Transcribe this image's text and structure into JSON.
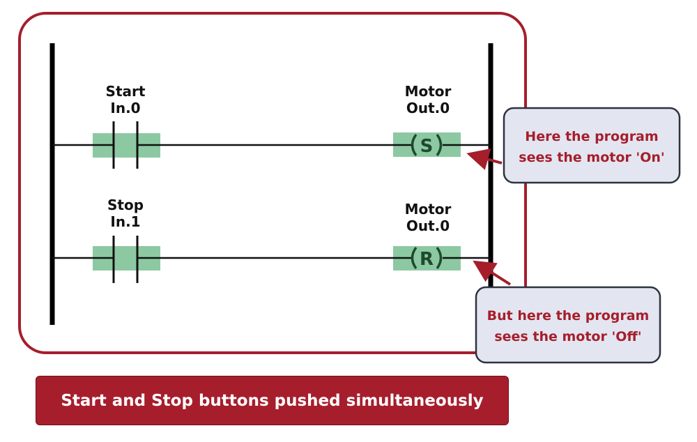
{
  "colors": {
    "frame": "#a61e2c",
    "highlight": "#8cc9a2",
    "callout_fill": "#e3e6f1",
    "callout_border": "#2c3340",
    "callout_text": "#a61e2c",
    "banner_fill": "#a61e2c"
  },
  "rungs": [
    {
      "contact": {
        "name": "Start",
        "address": "In.0"
      },
      "coil": {
        "name": "Motor",
        "address": "Out.0",
        "type": "S"
      }
    },
    {
      "contact": {
        "name": "Stop",
        "address": "In.1"
      },
      "coil": {
        "name": "Motor",
        "address": "Out.0",
        "type": "R"
      }
    }
  ],
  "callouts": [
    {
      "lines": [
        "Here the program",
        "sees the motor 'On'"
      ]
    },
    {
      "lines": [
        "But here the program",
        "sees the motor 'Off'"
      ]
    }
  ],
  "banner": {
    "text": "Start and Stop buttons pushed simultaneously"
  }
}
